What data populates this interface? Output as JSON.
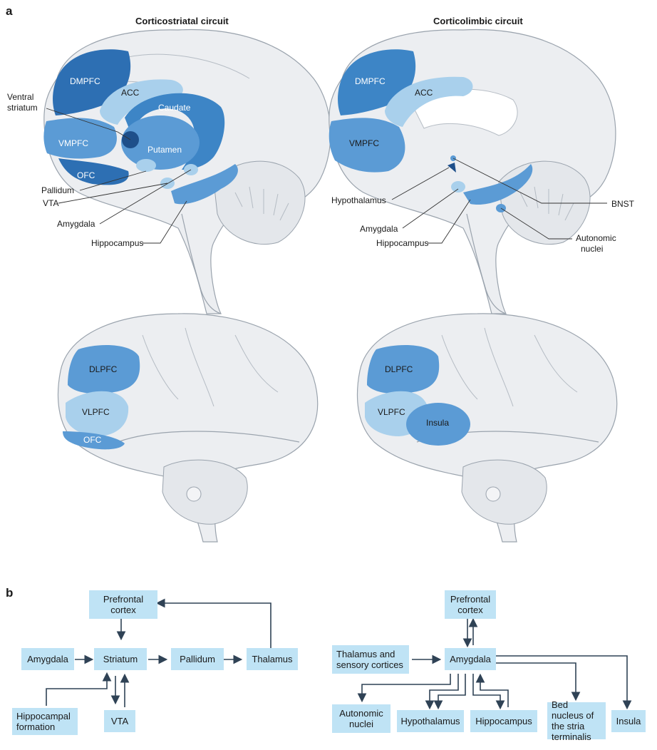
{
  "panel_a": {
    "letter": "a",
    "circuits": [
      {
        "title": "Corticostriatal circuit",
        "medial_labels": [
          "DMPFC",
          "ACC",
          "Ventral striatum",
          "Caudate",
          "VMPFC",
          "Putamen",
          "OFC",
          "Pallidum",
          "VTA",
          "Amygdala",
          "Hippocampus"
        ],
        "lateral_labels": [
          "DLPFC",
          "VLPFC",
          "OFC"
        ]
      },
      {
        "title": "Corticolimbic circuit",
        "medial_labels": [
          "DMPFC",
          "ACC",
          "VMPFC",
          "Hypothalamus",
          "BNST",
          "Amygdala",
          "Hippocampus",
          "Autonomic nuclei"
        ],
        "lateral_labels": [
          "DLPFC",
          "VLPFC",
          "Insula"
        ]
      }
    ]
  },
  "panel_b": {
    "letter": "b",
    "left": {
      "prefrontal": "Prefrontal cortex",
      "amygdala": "Amygdala",
      "striatum": "Striatum",
      "pallidum": "Pallidum",
      "thalamus": "Thalamus",
      "hippocampal": "Hippocampal formation",
      "vta": "VTA"
    },
    "right": {
      "prefrontal": "Prefrontal cortex",
      "thalamus_sensory": "Thalamus and sensory cortices",
      "amygdala": "Amygdala",
      "autonomic": "Autonomic nuclei",
      "hypothalamus": "Hypothalamus",
      "hippocampus": "Hippocampus",
      "bed_nucleus": "Bed nucleus of the stria terminalis",
      "insula": "Insula"
    }
  },
  "colors": {
    "brain_fill": "#eceef1",
    "brain_stroke": "#9aa3ad",
    "dark_blue": "#2d6fb3",
    "mid_blue": "#5b9bd5",
    "light_blue": "#a9d0ec",
    "box_fill": "#bfe3f5",
    "arrow": "#2f4255"
  }
}
